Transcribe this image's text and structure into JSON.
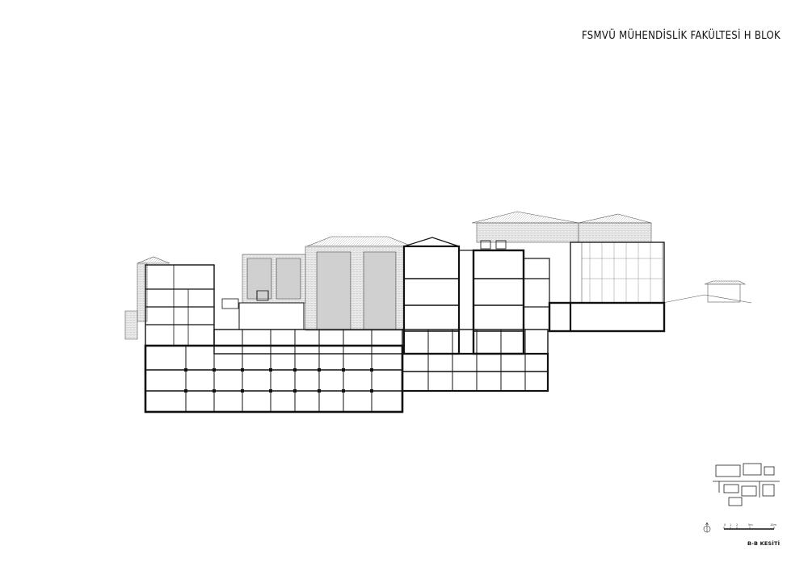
{
  "sheet": {
    "title": "FSMVÜ MÜHENDİSLİK FAKÜLTESİ H BLOK",
    "section_label": "B-B KESİTİ"
  },
  "scale_bar": {
    "ticks": [
      "0",
      "1",
      "2",
      "5m",
      "10m"
    ]
  },
  "colors": {
    "line": "#111111",
    "thin": "#555555",
    "hatch": "#888888"
  }
}
